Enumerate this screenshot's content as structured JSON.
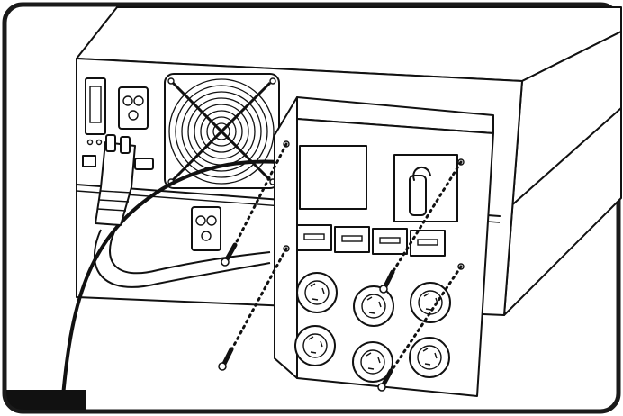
{
  "figure": {
    "subject": "ups-rear-panel-pdu-mounting",
    "colors": {
      "line": "#111111",
      "background": "#ffffff",
      "frame": "#1a1a1a",
      "tab": "#111111"
    },
    "screws": {
      "count": 4
    },
    "pdu": {
      "outlet_count": 6,
      "breaker_count": 4
    }
  }
}
